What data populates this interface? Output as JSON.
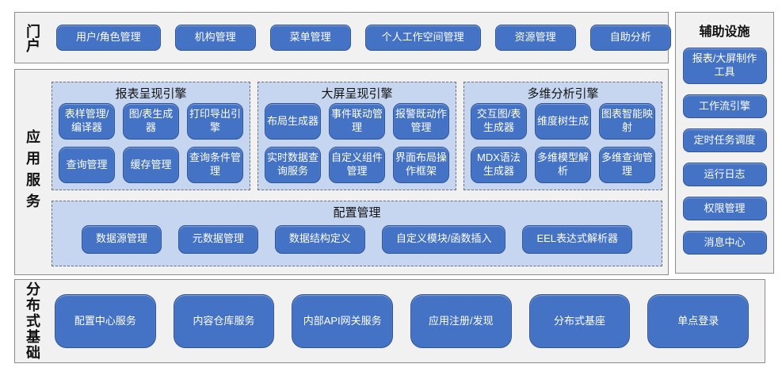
{
  "colors": {
    "node_fill": "#4472C4",
    "node_border": "#2F5597",
    "node_text": "#FFFFFF",
    "group_fill": "#C7D6F0",
    "group_border_dashed": "#6F6F6F",
    "panel_fill": "#F1F1F1",
    "panel_border": "#8C8C8C",
    "label_text": "#111111"
  },
  "portal": {
    "label": "门户",
    "items": [
      "用户/角色管理",
      "机构管理",
      "菜单管理",
      "个人工作空间管理",
      "资源管理",
      "自助分析"
    ]
  },
  "app_services": {
    "label": "应用服务",
    "engines": [
      {
        "title": "报表呈现引擎",
        "items": [
          "表样管理/编译器",
          "图/表生成器",
          "打印导出引擎",
          "查询管理",
          "缓存管理",
          "查询条件管理"
        ]
      },
      {
        "title": "大屏呈现引擎",
        "items": [
          "布局生成器",
          "事件联动管理",
          "报警既动作管理",
          "实时数据查询服务",
          "自定义组件管理",
          "界面布局操作框架"
        ]
      },
      {
        "title": "多维分析引擎",
        "items": [
          "交互图/表生成器",
          "维度树生成",
          "图表智能映射",
          "MDX语法生成器",
          "多维模型解析",
          "多维查询管理"
        ]
      }
    ],
    "config": {
      "title": "配置管理",
      "items": [
        "数据源管理",
        "元数据管理",
        "数据结构定义",
        "自定义模块/函数插入",
        "EEL表达式解析器"
      ]
    }
  },
  "foundation": {
    "label": "分布式基础",
    "items": [
      "配置中心服务",
      "内容仓库服务",
      "内部API网关服务",
      "应用注册/发现",
      "分布式基座",
      "单点登录"
    ]
  },
  "auxiliary": {
    "title": "辅助设施",
    "items": [
      "报表/大屏制作工具",
      "工作流引擎",
      "定时任务调度",
      "运行日志",
      "权限管理",
      "消息中心"
    ]
  }
}
